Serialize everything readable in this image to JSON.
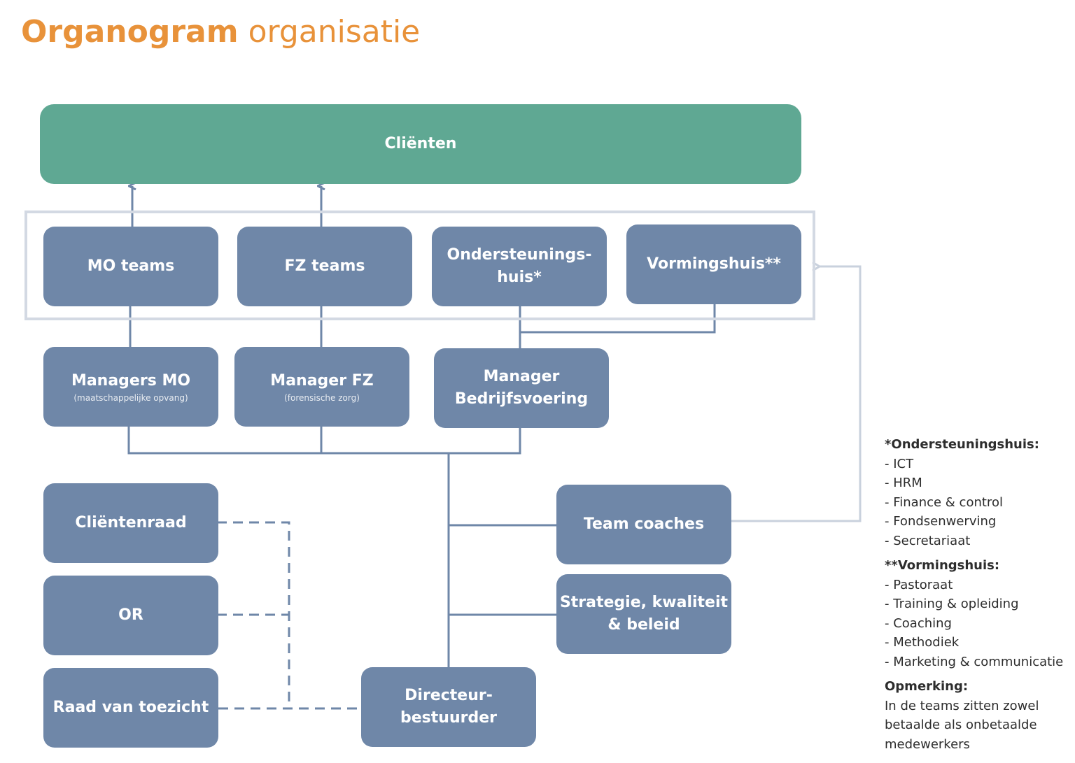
{
  "title": {
    "bold": "Organogram",
    "light": "organisatie"
  },
  "boxes": {
    "clienten": "Cliënten",
    "mo_teams": "MO teams",
    "fz_teams": "FZ teams",
    "ondersteuningshuis_1": "Ondersteunings-",
    "ondersteuningshuis_2": "huis*",
    "vormingshuis": "Vormingshuis**",
    "managers_mo": "Managers MO",
    "managers_mo_sub": "(maatschappelijke opvang)",
    "manager_fz": "Manager FZ",
    "manager_fz_sub": "(forensische zorg)",
    "manager_bv_1": "Manager",
    "manager_bv_2": "Bedrijfsvoering",
    "clientenraad": "Cliëntenraad",
    "or": "OR",
    "raad_van_toezicht": "Raad van toezicht",
    "team_coaches": "Team coaches",
    "strategie_1": "Strategie, kwaliteit",
    "strategie_2": "& beleid",
    "directeur_1": "Directeur-",
    "directeur_2": "bestuurder"
  },
  "notes": {
    "ondersteuningshuis_heading": "*Ondersteuningshuis:",
    "ondersteuningshuis_items": [
      "- ICT",
      "- HRM",
      "- Finance & control",
      "- Fondsenwerving",
      "- Secretariaat"
    ],
    "vormingshuis_heading": "**Vormingshuis:",
    "vormingshuis_items": [
      "- Pastoraat",
      "- Training & opleiding",
      "- Coaching",
      "- Methodiek",
      "- Marketing & communicatie"
    ],
    "opmerking_heading": "Opmerking:",
    "opmerking_lines": [
      "In de teams zitten zowel",
      "betaalde als onbetaalde",
      "medewerkers"
    ]
  },
  "colors": {
    "title": "#e8923a",
    "clients_box": "#5fa893",
    "unit_box": "#6f87a8",
    "connector": "#6f87a8",
    "frame": "#d3d9e3"
  }
}
